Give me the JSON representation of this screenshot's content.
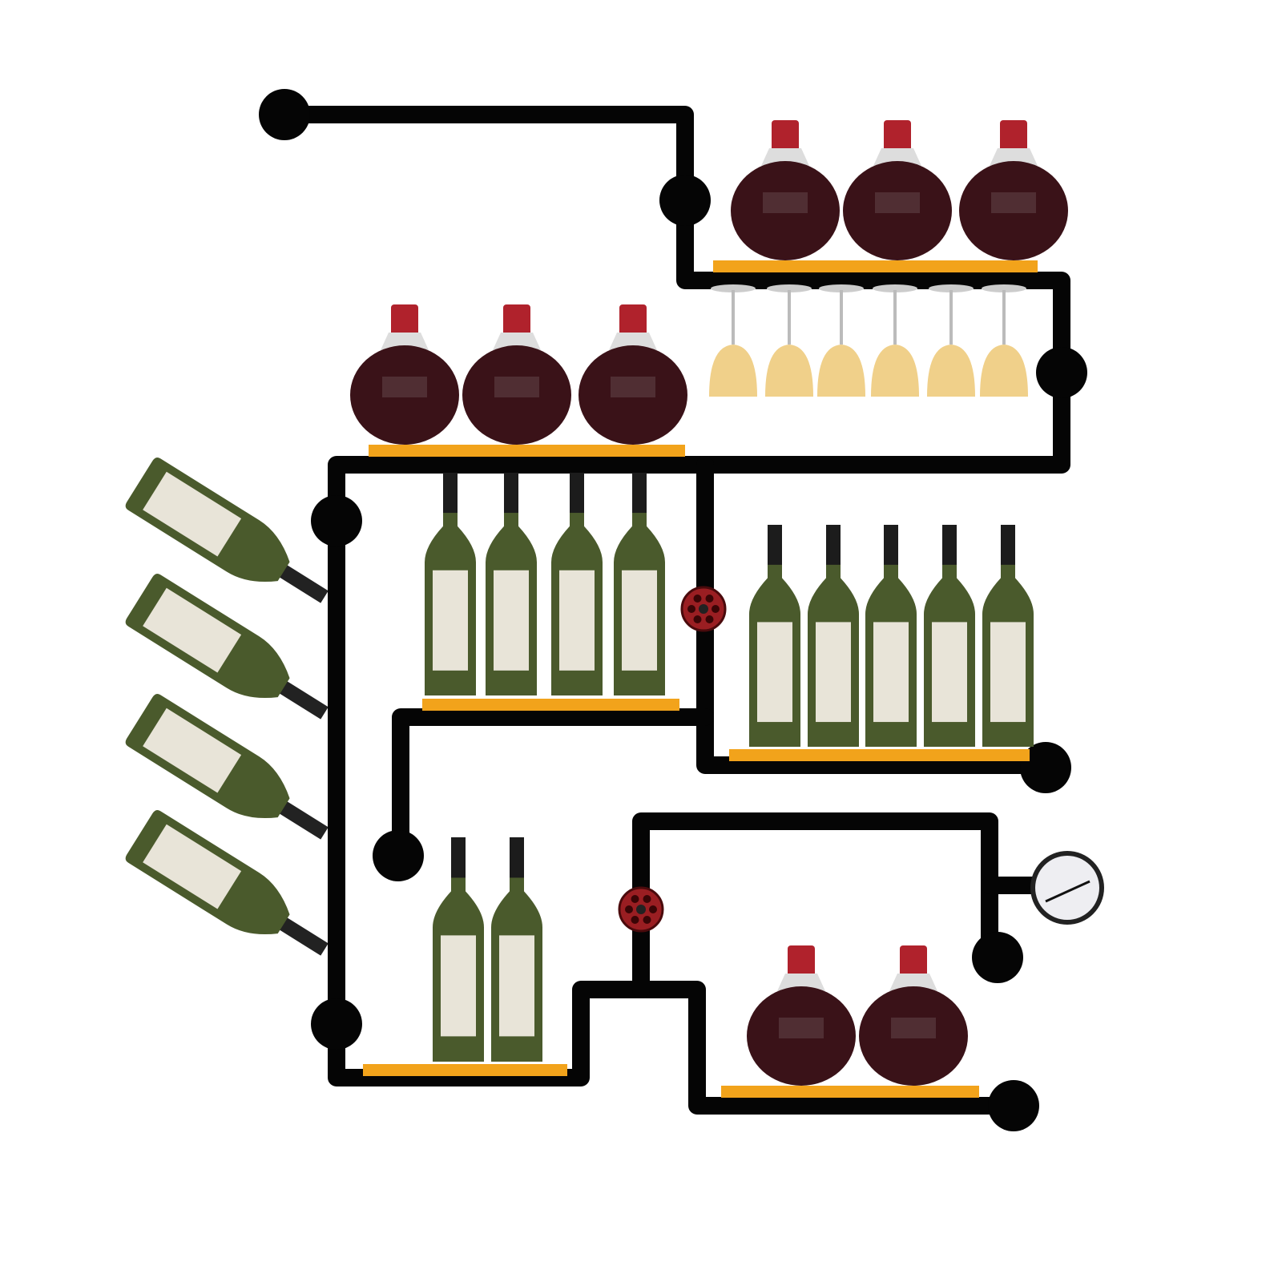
{
  "product": {
    "type": "industrial pipe wall wine rack",
    "colors": {
      "pipe": "#050505",
      "shelf": "#f2a31b",
      "bottle_green": "#4a5a2c",
      "round_bottle": "#3a1218",
      "cap": "#b0222c",
      "valve": "#9a1e22",
      "wine_glass": "#f0d08a"
    },
    "shelves": [
      {
        "id": "top-right",
        "items": "round-bottle",
        "count": 3
      },
      {
        "id": "upper-left",
        "items": "round-bottle",
        "count": 3
      },
      {
        "id": "middle-left",
        "items": "wine-bottle",
        "count": 4
      },
      {
        "id": "middle-right",
        "items": "wine-bottle",
        "count": 5
      },
      {
        "id": "bottom-left",
        "items": "wine-bottle",
        "count": 2
      },
      {
        "id": "bottom-right",
        "items": "round-bottle",
        "count": 2
      }
    ],
    "glass_holder": {
      "count": 6
    },
    "angled_bottle_holders": {
      "count": 4
    },
    "valves": 2,
    "gauge": 1
  }
}
